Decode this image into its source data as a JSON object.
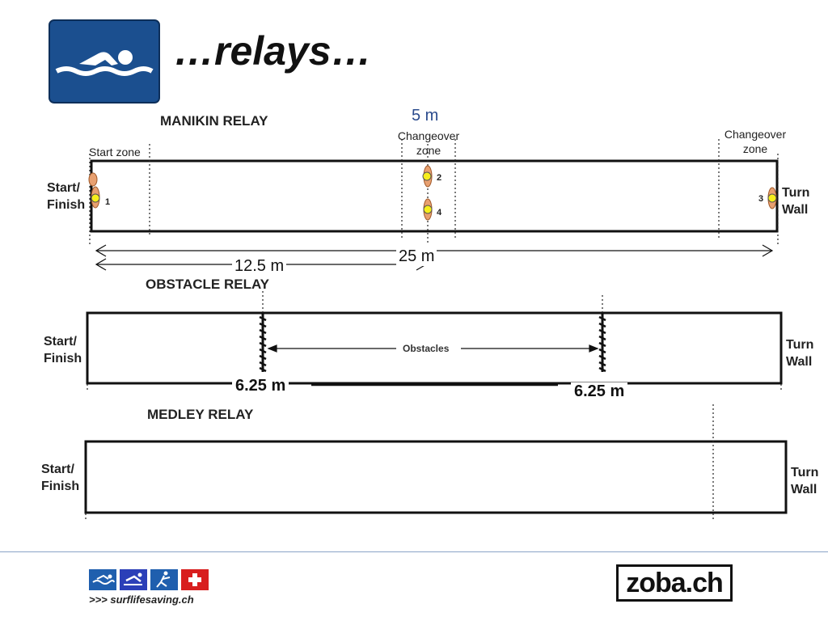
{
  "slide": {
    "title": "…relays…"
  },
  "manikin": {
    "title": "MANIKIN RELAY",
    "start_zone": "Start zone",
    "changeover_mid": "5 m",
    "changeover_mid_label_1": "Changeover",
    "changeover_mid_label_2": "zone",
    "changeover_end_label_1": "Changeover",
    "changeover_end_label_2": "zone",
    "start_finish_1": "Start/",
    "start_finish_2": "Finish",
    "turn_wall_1": "Turn",
    "turn_wall_2": "Wall",
    "swimmer_1": "1",
    "swimmer_2": "2",
    "swimmer_3": "3",
    "swimmer_4": "4",
    "dim_full": "25 m",
    "dim_half": "12.5 m"
  },
  "obstacle": {
    "title": "OBSTACLE RELAY",
    "start_finish_1": "Start/",
    "start_finish_2": "Finish",
    "turn_wall_1": "Turn",
    "turn_wall_2": "Wall",
    "obstacles_label": "Obstacles",
    "dim_left": "6.25 m",
    "dim_right": "6.25 m"
  },
  "medley": {
    "title": "MEDLEY RELAY",
    "start_finish_1": "Start/",
    "start_finish_2": "Finish",
    "turn_wall_1": "Turn",
    "turn_wall_2": "Wall"
  },
  "footer": {
    "website": ">>> surflifesaving.ch",
    "brand": "zoba.ch"
  },
  "colors": {
    "logo_blue": "#1b4f8f",
    "badge_blue": "#1f5fae",
    "swiss_red": "#d81e1e",
    "swimmer_fill": "#e8a070",
    "marker_yellow": "#f7ee1b",
    "mid_label_blue": "#2a4b8d"
  }
}
